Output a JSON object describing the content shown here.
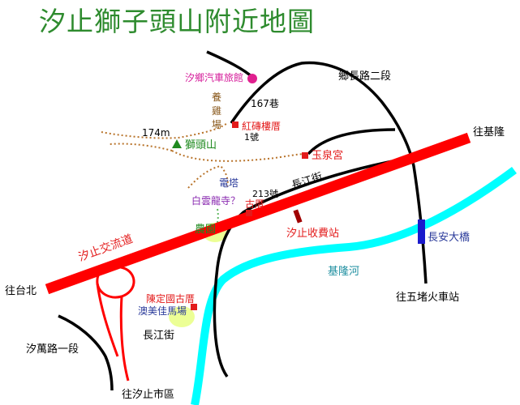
{
  "title": "汐止獅子頭山附近地圖",
  "colors": {
    "title": "#2e8b2e",
    "highway": "#ff0000",
    "river": "#00ffff",
    "road": "#000000",
    "trail": "#b8732a",
    "marker_red": "#e31b1b",
    "marker_magenta": "#e0208f",
    "peak_green": "#1f8a1f",
    "bridge_blue": "#1a1acc",
    "highlight_yellow": "#eaff8a"
  },
  "labels": {
    "hotel": "汐鄉汽車旅館",
    "training_farm": "養雞場",
    "lane_167": "167巷",
    "red_brick_house": "紅磚樓厝",
    "no_1": "1號",
    "road_xiangzhang": "鄉長路二段",
    "to_keelung": "往基隆",
    "elevation": "174m",
    "peak": "獅頭山",
    "yuquan_temple": "玉泉宮",
    "tower": "電塔",
    "baiyun_temple": "白雲龍寺？",
    "no_213": "213號",
    "old_house": "古厝",
    "changjiang_st_upper": "長江街",
    "toll_station": "汐止收費站",
    "farm": "農園",
    "interchange": "汐止交流道",
    "changan_bridge": "長安大橋",
    "keelung_river": "基隆河",
    "to_taipei": "往台北",
    "chen_house": "陳定國古厝",
    "horse_farm": "澳美佳馬場",
    "changjiang_st_lower": "長江街",
    "to_wudu_station": "往五堵火車站",
    "road_xiwan": "汐萬路一段",
    "to_xizhi_city": "往汐止市區"
  }
}
